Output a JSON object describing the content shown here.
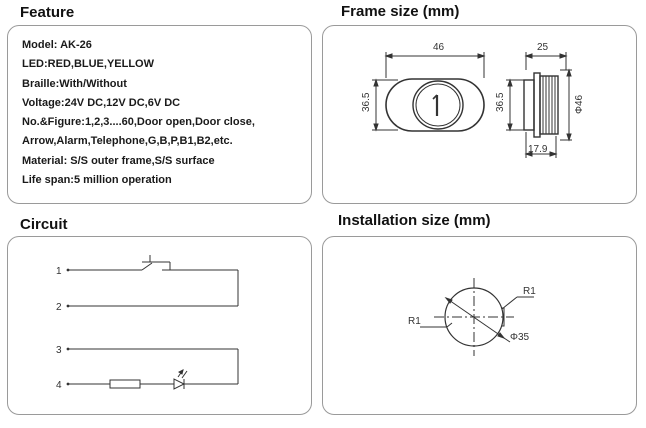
{
  "feature": {
    "heading": "Feature",
    "lines": [
      "Model: AK-26",
      "LED:RED,BLUE,YELLOW",
      "Braille:With/Without",
      "Voltage:24V DC,12V DC,6V DC",
      "No.&Figure:1,2,3....60,Door open,Door close,",
      "Arrow,Alarm,Telephone,G,B,P,B1,B2,etc.",
      "Material: S/S outer frame,S/S surface",
      "Life span:5 million operation"
    ]
  },
  "frame_size": {
    "heading": "Frame size (mm)",
    "front_width": "46",
    "front_height": "36.5",
    "side_depth": "25",
    "side_height": "36.5",
    "side_diameter": "Φ46",
    "side_bottom": "17.9"
  },
  "circuit": {
    "heading": "Circuit",
    "pins": [
      "1",
      "2",
      "3",
      "4"
    ]
  },
  "installation": {
    "heading": "Installation size (mm)",
    "r_left": "R1",
    "r_right": "R1",
    "diameter": "Φ35"
  }
}
